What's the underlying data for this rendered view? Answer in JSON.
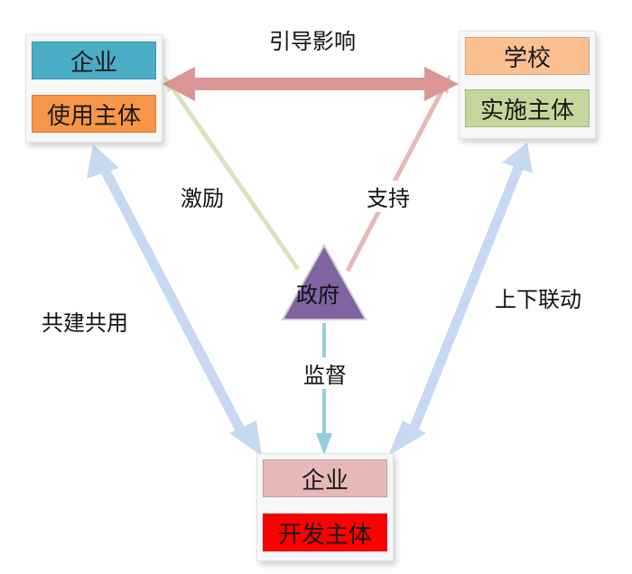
{
  "nodes": {
    "top_left": {
      "title": "企业",
      "role": "使用主体",
      "title_color": "#4bacc6",
      "role_color": "#f79646"
    },
    "top_right": {
      "title": "学校",
      "role": "实施主体",
      "title_color": "#fac090",
      "role_color": "#c3d69b"
    },
    "bottom": {
      "title": "企业",
      "role": "开发主体",
      "title_color": "#e6b9b8",
      "role_color": "#ff0000"
    },
    "center": {
      "title": "政府",
      "color": "#8064a2"
    }
  },
  "relations": {
    "guide": "引导影响",
    "incentive": "激励",
    "support": "支持",
    "co_build": "共建共用",
    "linkage": "上下联动",
    "supervise": "监督"
  },
  "colors": {
    "guide_arrow": "#d99694",
    "incentive_line": "#d7e4bd",
    "support_line": "#e6b9b8",
    "side_arrow": "#c6d9f1",
    "supervise_arrow": "#93cddd"
  }
}
